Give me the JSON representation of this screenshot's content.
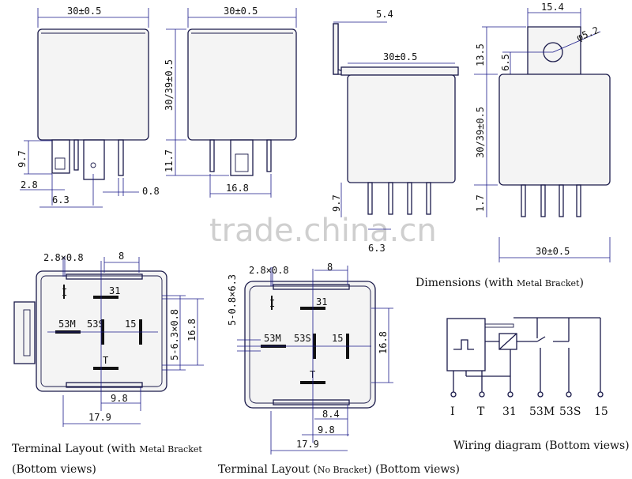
{
  "watermark": "trade.china.cn",
  "dims": {
    "width_30": "30±0.5",
    "height_30_39": "30/39±0.5",
    "d_9_7": "9.7",
    "d_2_8": "2.8",
    "d_6_3": "6.3",
    "d_0_8": "0.8",
    "d_11_7": "11.7",
    "d_16_8": "16.8",
    "d_5_4": "5.4",
    "d_15_4": "15.4",
    "d_13_5": "13.5",
    "d_6_5": "6.5",
    "d_phi": "φ5.2",
    "d_1_7": "1.7",
    "d_2_8x0_8": "2.8×0.8",
    "d_8": "8",
    "d_5_6_3x0_8": "5-6.3×0.8",
    "d_5_0_8x6_3": "5-0.8×6.3",
    "d_9_8": "9.8",
    "d_17_9": "17.9",
    "d_8_4": "8.4"
  },
  "pins": {
    "I": "I",
    "p31": "31",
    "p53M": "53M",
    "p53S": "53S",
    "p15": "15",
    "T": "T"
  },
  "wiring_labels": [
    "I",
    "T",
    "31",
    "53M",
    "53S",
    "15"
  ],
  "captions": {
    "dimensions_main": "Dimensions (with ",
    "dimensions_small": "Metal Bracket",
    "dimensions_end": ")",
    "layout1_main": "Terminal  Layout (with ",
    "layout1_small": "Metal Bracket",
    "layout1_end": "",
    "layout1_line2": "(Bottom views)",
    "layout2_main": "Terminal Layout (",
    "layout2_small": "No Bracket",
    "layout2_end": ") (Bottom views)",
    "wiring": "Wiring diagram (Bottom views)"
  }
}
